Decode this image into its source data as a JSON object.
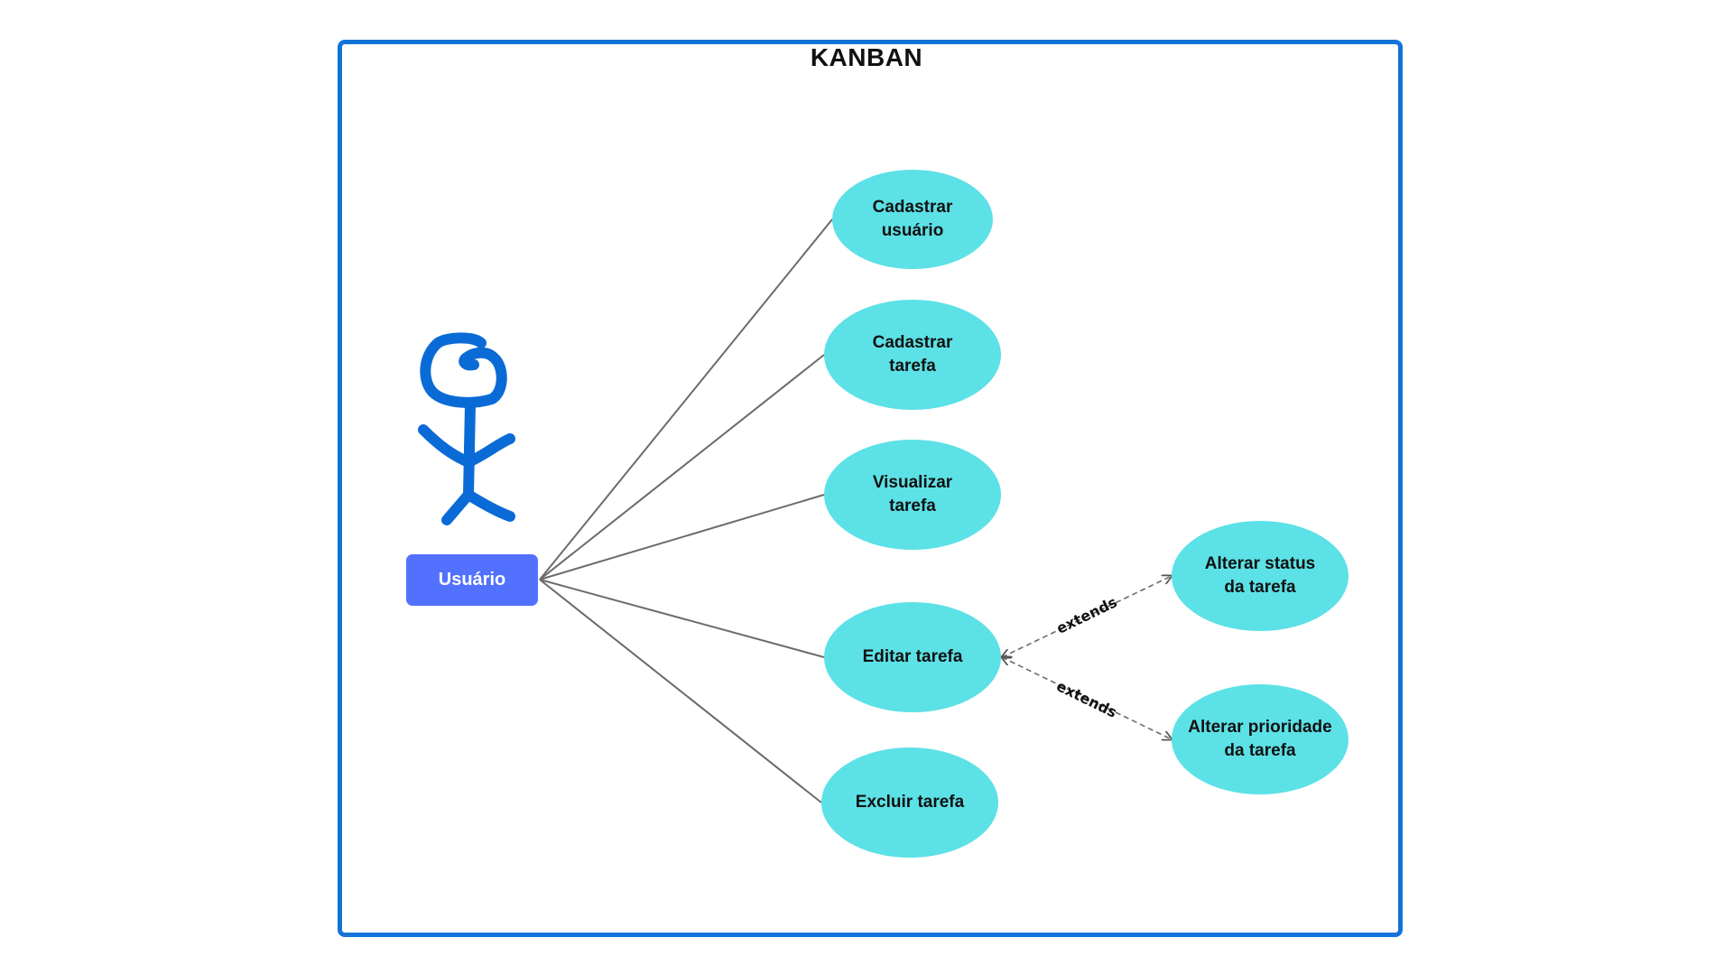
{
  "diagram": {
    "title": "KANBAN",
    "actor": {
      "label": "Usuário",
      "color": "#5271ff",
      "icon": "stick-figure-icon",
      "icon_color": "#0b6bd6"
    },
    "frame_color": "#1473d8",
    "usecase_color": "#5ce1e6",
    "use_cases": [
      {
        "id": "uc-cadastrar-usuario",
        "label": "Cadastrar\nusuário"
      },
      {
        "id": "uc-cadastrar-tarefa",
        "label": "Cadastrar\ntarefa"
      },
      {
        "id": "uc-visualizar-tarefa",
        "label": "Visualizar\ntarefa"
      },
      {
        "id": "uc-editar-tarefa",
        "label": "Editar tarefa"
      },
      {
        "id": "uc-excluir-tarefa",
        "label": "Excluir tarefa"
      },
      {
        "id": "uc-alterar-status",
        "label": "Alterar status\nda tarefa"
      },
      {
        "id": "uc-alterar-prioridade",
        "label": "Alterar prioridade\nda tarefa"
      }
    ],
    "associations": [
      {
        "from": "actor",
        "to": "uc-cadastrar-usuario"
      },
      {
        "from": "actor",
        "to": "uc-cadastrar-tarefa"
      },
      {
        "from": "actor",
        "to": "uc-visualizar-tarefa"
      },
      {
        "from": "actor",
        "to": "uc-editar-tarefa"
      },
      {
        "from": "actor",
        "to": "uc-excluir-tarefa"
      }
    ],
    "extends": [
      {
        "from": "uc-editar-tarefa",
        "to": "uc-alterar-status",
        "label": "extends"
      },
      {
        "from": "uc-editar-tarefa",
        "to": "uc-alterar-prioridade",
        "label": "extends"
      }
    ]
  }
}
